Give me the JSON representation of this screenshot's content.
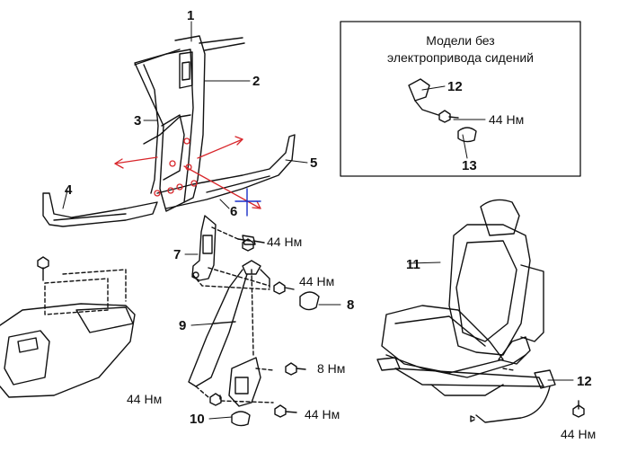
{
  "inset": {
    "title_line1": "Модели без",
    "title_line2": "электропривода сидений",
    "label_12": "12",
    "torque_44": "44 Нм",
    "label_13": "13"
  },
  "labels": {
    "n1": "1",
    "n2": "2",
    "n3": "3",
    "n4": "4",
    "n5": "5",
    "n6": "6",
    "n7": "7",
    "n8": "8",
    "n9": "9",
    "n10": "10",
    "n11": "11",
    "n12": "12"
  },
  "torques": {
    "t7_upper": "44 Нм",
    "t9_upper": "44 Нм",
    "t8": "8 Нм",
    "t10_left": "44 Нм",
    "t10_right": "44 Нм",
    "t12": "44 Нм"
  },
  "colors": {
    "line": "#111111",
    "annotation_red": "#d8262b",
    "annotation_blue": "#1a2fc8"
  }
}
